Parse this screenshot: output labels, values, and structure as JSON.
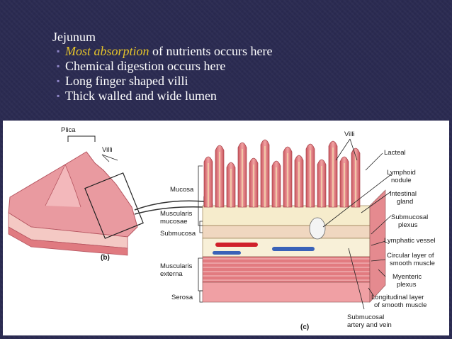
{
  "slide": {
    "heading": "Jejunum",
    "bullets": [
      {
        "highlight": "Most absorption",
        "text": " of nutrients occurs here"
      },
      {
        "highlight": "",
        "text": "Chemical digestion occurs here"
      },
      {
        "highlight": "",
        "text": "Long finger shaped villi"
      },
      {
        "highlight": "",
        "text": "Thick walled and wide lumen"
      }
    ]
  },
  "figure": {
    "panel_b": "(b)",
    "panel_c": "(c)",
    "labels": {
      "plica": "Plica",
      "villi_b": "Villi",
      "villi_c": "Villi",
      "mucosa": "Mucosa",
      "muscularis_mucosae_1": "Muscularis",
      "muscularis_mucosae_2": "mucosae",
      "submucosa": "Submucosa",
      "muscularis_externa_1": "Muscularis",
      "muscularis_externa_2": "externa",
      "serosa": "Serosa",
      "lacteal": "Lacteal",
      "lymphoid_1": "Lymphoid",
      "lymphoid_2": "nodule",
      "intestinal_1": "Intestinal",
      "intestinal_2": "gland",
      "submucosal_plexus_1": "Submucosal",
      "submucosal_plexus_2": "plexus",
      "lymphatic_vessel": "Lymphatic vessel",
      "circular_1": "Circular layer of",
      "circular_2": "smooth muscle",
      "myenteric_1": "Myenteric",
      "myenteric_2": "plexus",
      "longitudinal_1": "Longitudinal layer",
      "longitudinal_2": "of smooth muscle",
      "submucosal_artery_1": "Submucosal",
      "submucosal_artery_2": "artery and vein"
    },
    "colors": {
      "villus": "#e8898c",
      "villus_dark": "#c9545c",
      "mucosa_bg": "#f6eccc",
      "muscle": "#e0747c",
      "muscle_light": "#f3b3b3",
      "artery": "#d0202a",
      "vein": "#3a62b8"
    }
  }
}
